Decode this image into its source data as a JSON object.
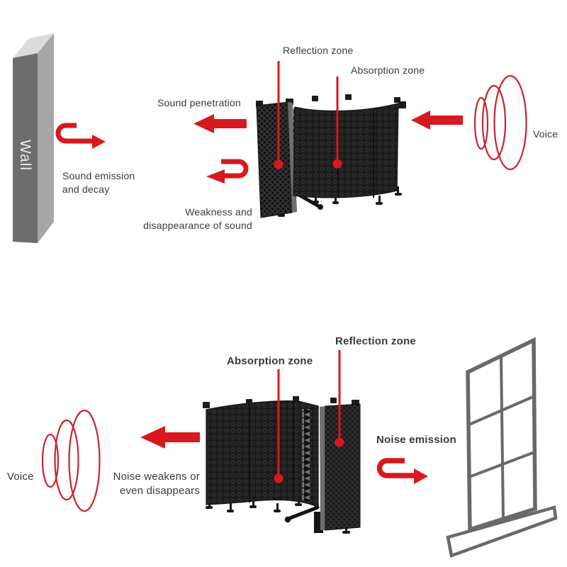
{
  "top_section": {
    "wall_label": "Wall",
    "sound_penetration": "Sound penetration",
    "sound_emission": {
      "line1": "Sound emission",
      "line2": "and decay"
    },
    "weakness": {
      "line1": "Weakness and",
      "line2": "disappearance of sound"
    },
    "reflection_zone": "Reflection zone",
    "absorption_zone": "Absorption zone",
    "voice": "Voice"
  },
  "bottom_section": {
    "absorption_zone": "Absorption zone",
    "reflection_zone": "Reflection zone",
    "noise_emission": "Noise emission",
    "noise_weakens": {
      "line1": "Noise weakens or",
      "line2": "even disappears"
    },
    "voice": "Voice"
  },
  "colors": {
    "arrow_red": "#d7181f",
    "wave_red": "#c9252d",
    "text_gray": "#3a3a3a",
    "wall_front": "#6d6d6d",
    "wall_top": "#dcdcdc",
    "wall_side": "#a6a6a6",
    "window_gray": "#696969",
    "foam_black": "#1e1e1e"
  }
}
